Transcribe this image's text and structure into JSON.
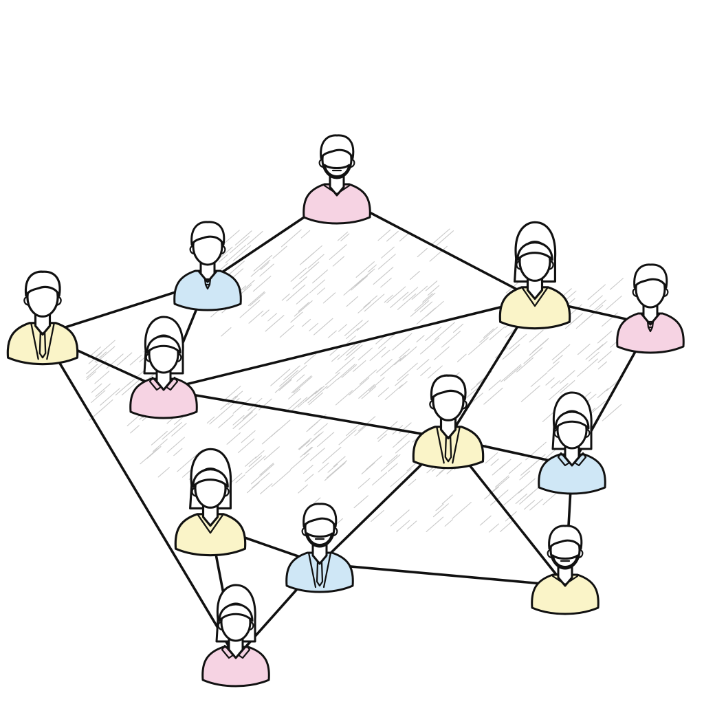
{
  "palette": {
    "pink": "#f6d3e3",
    "blue": "#cfe7f6",
    "yellow": "#faf4c8",
    "skin": "#ffffff",
    "hair": "#ffffff",
    "ink": "#111111"
  },
  "people": [
    {
      "id": "p1",
      "kind": "man-beard",
      "shirt": "pink"
    },
    {
      "id": "p2",
      "kind": "man-tie",
      "shirt": "blue"
    },
    {
      "id": "p3",
      "kind": "man-suit",
      "shirt": "yellow"
    },
    {
      "id": "p4",
      "kind": "woman-collar",
      "shirt": "pink"
    },
    {
      "id": "p5",
      "kind": "woman-vneck",
      "shirt": "yellow"
    },
    {
      "id": "p6",
      "kind": "man-tie",
      "shirt": "pink"
    },
    {
      "id": "p7",
      "kind": "man-suit",
      "shirt": "yellow"
    },
    {
      "id": "p8",
      "kind": "woman-collar",
      "shirt": "blue"
    },
    {
      "id": "p9",
      "kind": "woman-vneck",
      "shirt": "yellow"
    },
    {
      "id": "p10",
      "kind": "man-beard-suit",
      "shirt": "blue"
    },
    {
      "id": "p11",
      "kind": "man-beard",
      "shirt": "yellow"
    },
    {
      "id": "p12",
      "kind": "woman-collar",
      "shirt": "pink"
    }
  ],
  "links": [
    [
      "p1",
      "p2"
    ],
    [
      "p1",
      "p5"
    ],
    [
      "p2",
      "p3"
    ],
    [
      "p2",
      "p4"
    ],
    [
      "p3",
      "p4"
    ],
    [
      "p3",
      "p12"
    ],
    [
      "p4",
      "p5"
    ],
    [
      "p4",
      "p7"
    ],
    [
      "p5",
      "p6"
    ],
    [
      "p5",
      "p7"
    ],
    [
      "p6",
      "p8"
    ],
    [
      "p7",
      "p8"
    ],
    [
      "p7",
      "p10"
    ],
    [
      "p7",
      "p11"
    ],
    [
      "p8",
      "p11"
    ],
    [
      "p9",
      "p10"
    ],
    [
      "p9",
      "p12"
    ],
    [
      "p10",
      "p11"
    ],
    [
      "p10",
      "p12"
    ]
  ]
}
